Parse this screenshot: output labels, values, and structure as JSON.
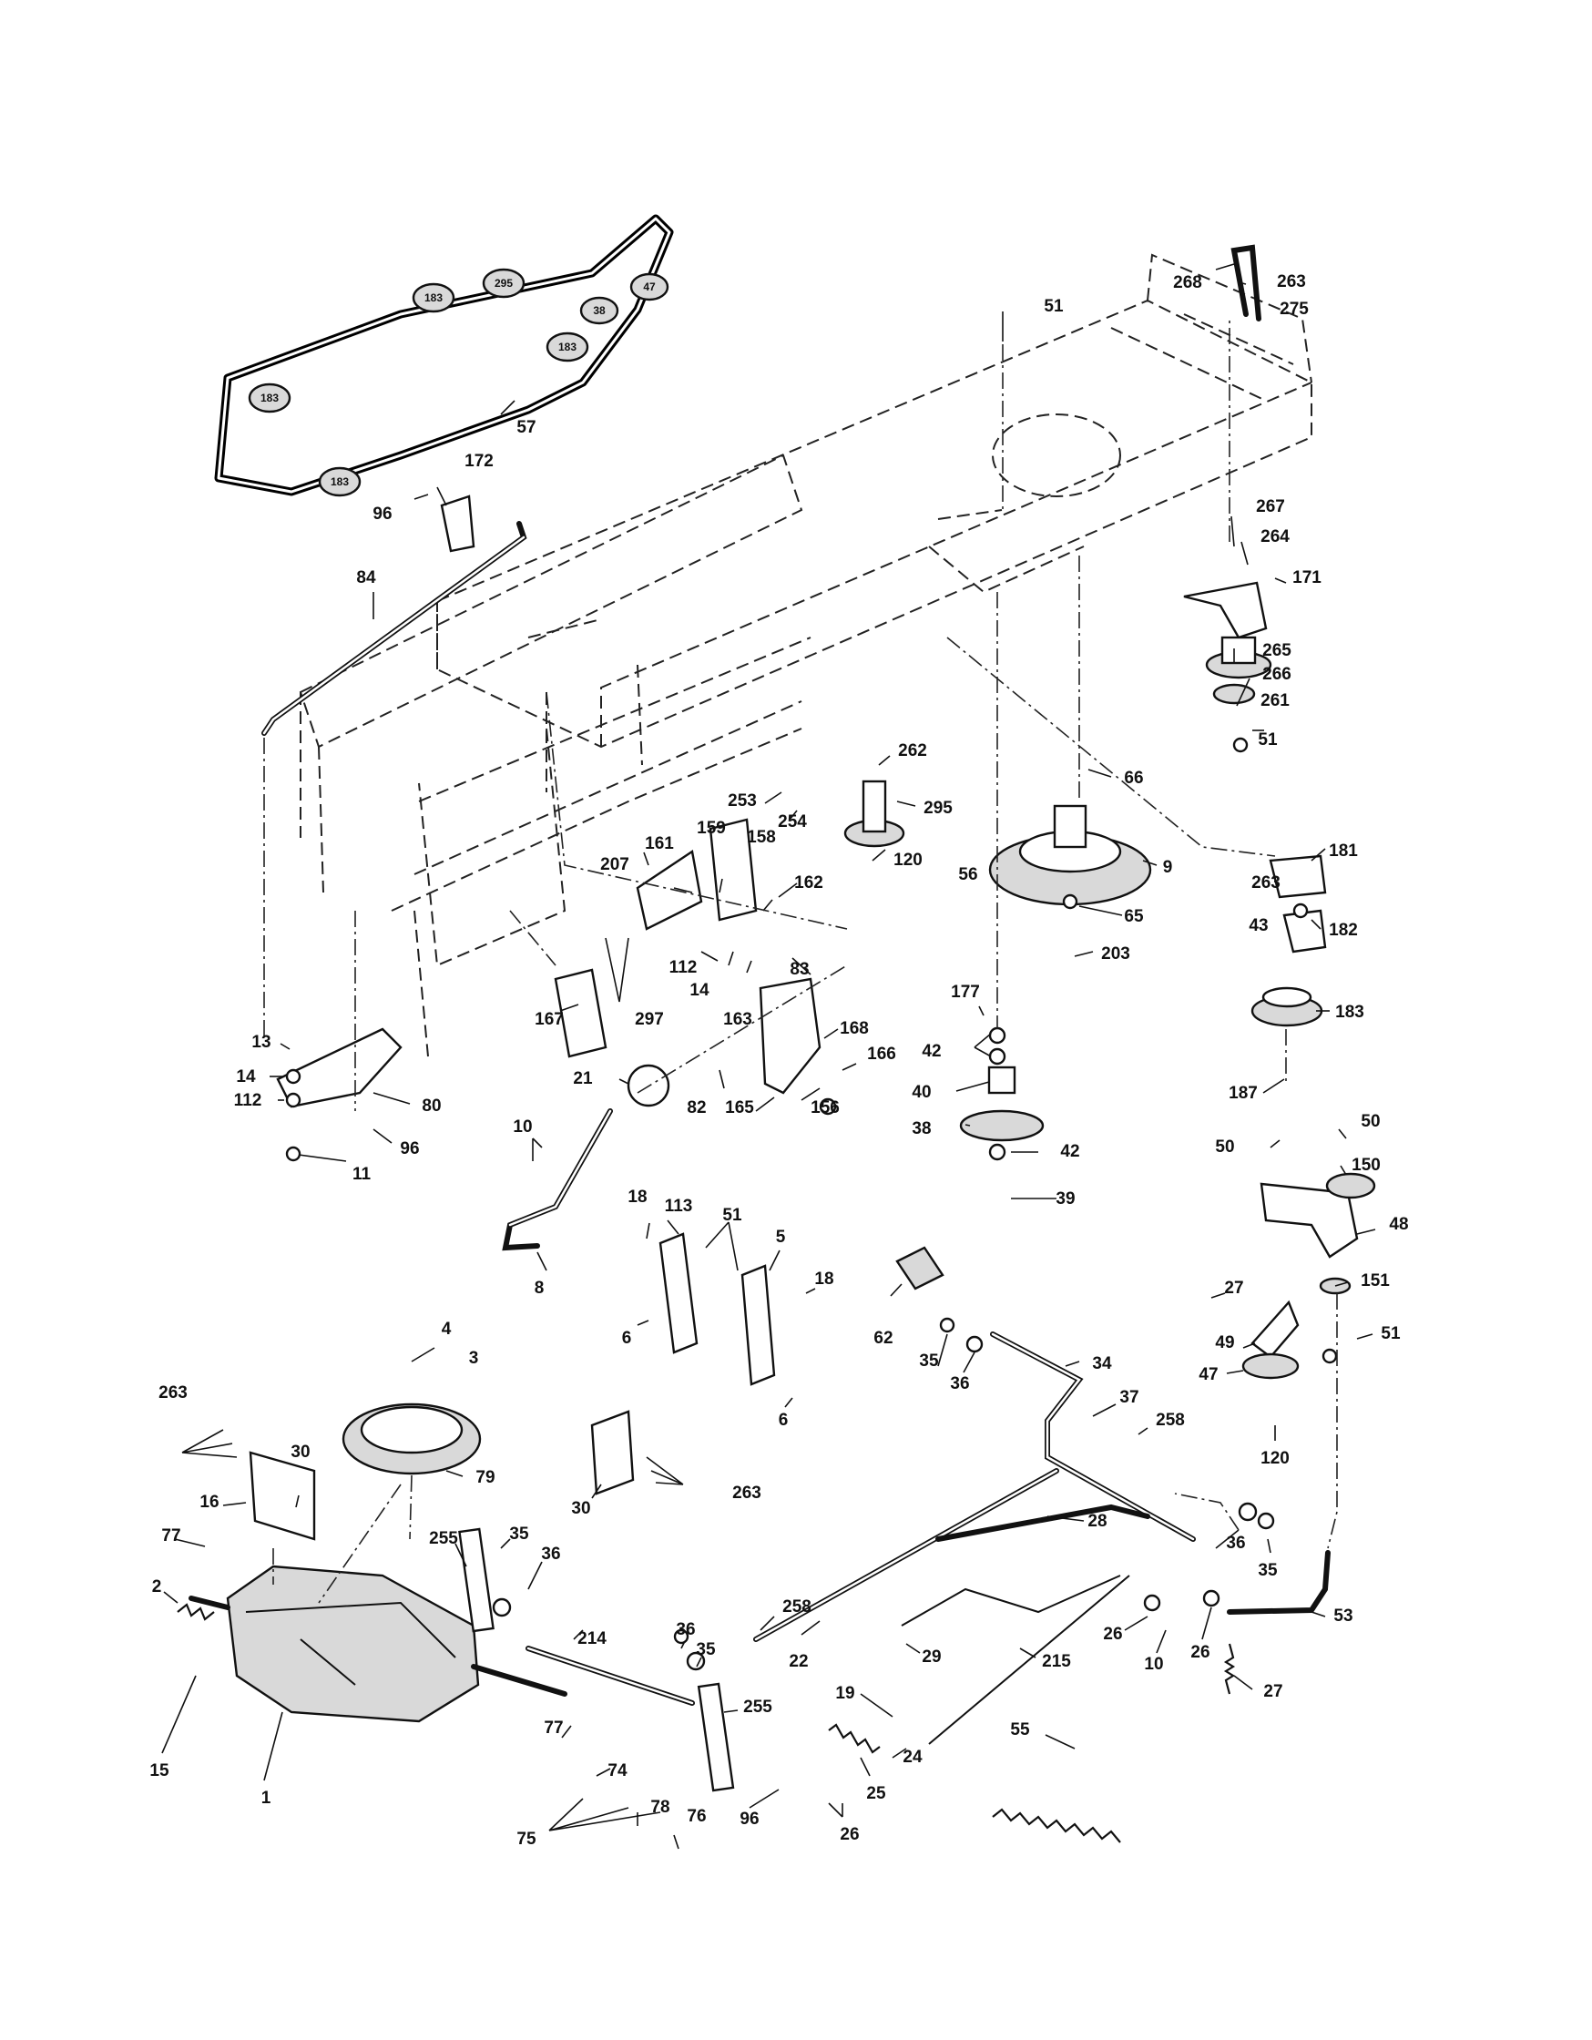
{
  "diagram": {
    "belt_pulley_labels": [
      "183",
      "295",
      "47",
      "38",
      "183",
      "183",
      "183"
    ],
    "part_labels": [
      "57",
      "96",
      "172",
      "84",
      "268",
      "263",
      "275",
      "51",
      "267",
      "264",
      "171",
      "265",
      "266",
      "261",
      "51",
      "262",
      "295",
      "120",
      "253",
      "254",
      "66",
      "56",
      "9",
      "65",
      "203",
      "263",
      "181",
      "43",
      "182",
      "183",
      "187",
      "207",
      "161",
      "159",
      "158",
      "162",
      "112",
      "14",
      "163",
      "167",
      "297",
      "83",
      "168",
      "166",
      "156",
      "165",
      "82",
      "21",
      "13",
      "14",
      "112",
      "80",
      "96",
      "11",
      "10",
      "8",
      "177",
      "42",
      "40",
      "38",
      "42",
      "39",
      "50",
      "50",
      "150",
      "48",
      "27",
      "151",
      "49",
      "51",
      "47",
      "120",
      "18",
      "113",
      "51",
      "5",
      "18",
      "6",
      "6",
      "62",
      "35",
      "36",
      "34",
      "37",
      "258",
      "4",
      "3",
      "263",
      "30",
      "16",
      "79",
      "30",
      "263",
      "77",
      "2",
      "15",
      "1",
      "255",
      "35",
      "36",
      "214",
      "36",
      "35",
      "255",
      "77",
      "74",
      "75",
      "78",
      "76",
      "258",
      "22",
      "28",
      "29",
      "215",
      "19",
      "24",
      "25",
      "26",
      "96",
      "26",
      "10",
      "26",
      "36",
      "35",
      "53",
      "27",
      "55"
    ]
  }
}
